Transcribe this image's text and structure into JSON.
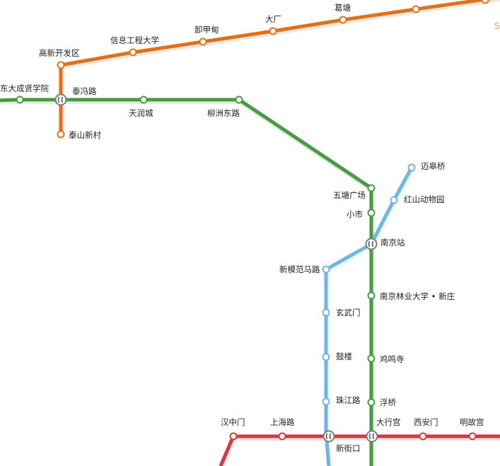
{
  "colors": {
    "line_orange": "#e0711c",
    "line_green": "#4a9a45",
    "line_blue": "#6db7e2",
    "line_red": "#d13a44",
    "edge_hint": "#d8a85a"
  },
  "icons": {
    "interchange": "interchange-icon"
  },
  "edge_hint_text": "S",
  "stations": {
    "gaoxin": "高新开发区",
    "xinxi": "信息工程大学",
    "xiejiadian": "卸甲甸",
    "dachang": "大厂",
    "getang": "葛塘",
    "taifeng": "泰冯路",
    "taishan": "泰山新村",
    "dongda": "东大成贤学院",
    "tianrun": "天润城",
    "liuzhou": "柳洲东路",
    "maigao": "迈皋桥",
    "hongshan": "红山动物园",
    "wutang": "五塘广场",
    "xiaoshi": "小市",
    "nanjingzhan": "南京站",
    "xinmo": "新模范马路",
    "xuanwumen": "玄武门",
    "linye": "南京林业大学 • 新庄",
    "gulou": "鼓楼",
    "jiming": "鸡鸣寺",
    "zhujiang": "珠江路",
    "fuqiao": "浮桥",
    "hanzhongmen": "汉中门",
    "shanghailu": "上海路",
    "daxinggong": "大行宫",
    "xianmen": "西安门",
    "minggugong": "明故宫",
    "xinjiekou": "新街口"
  }
}
